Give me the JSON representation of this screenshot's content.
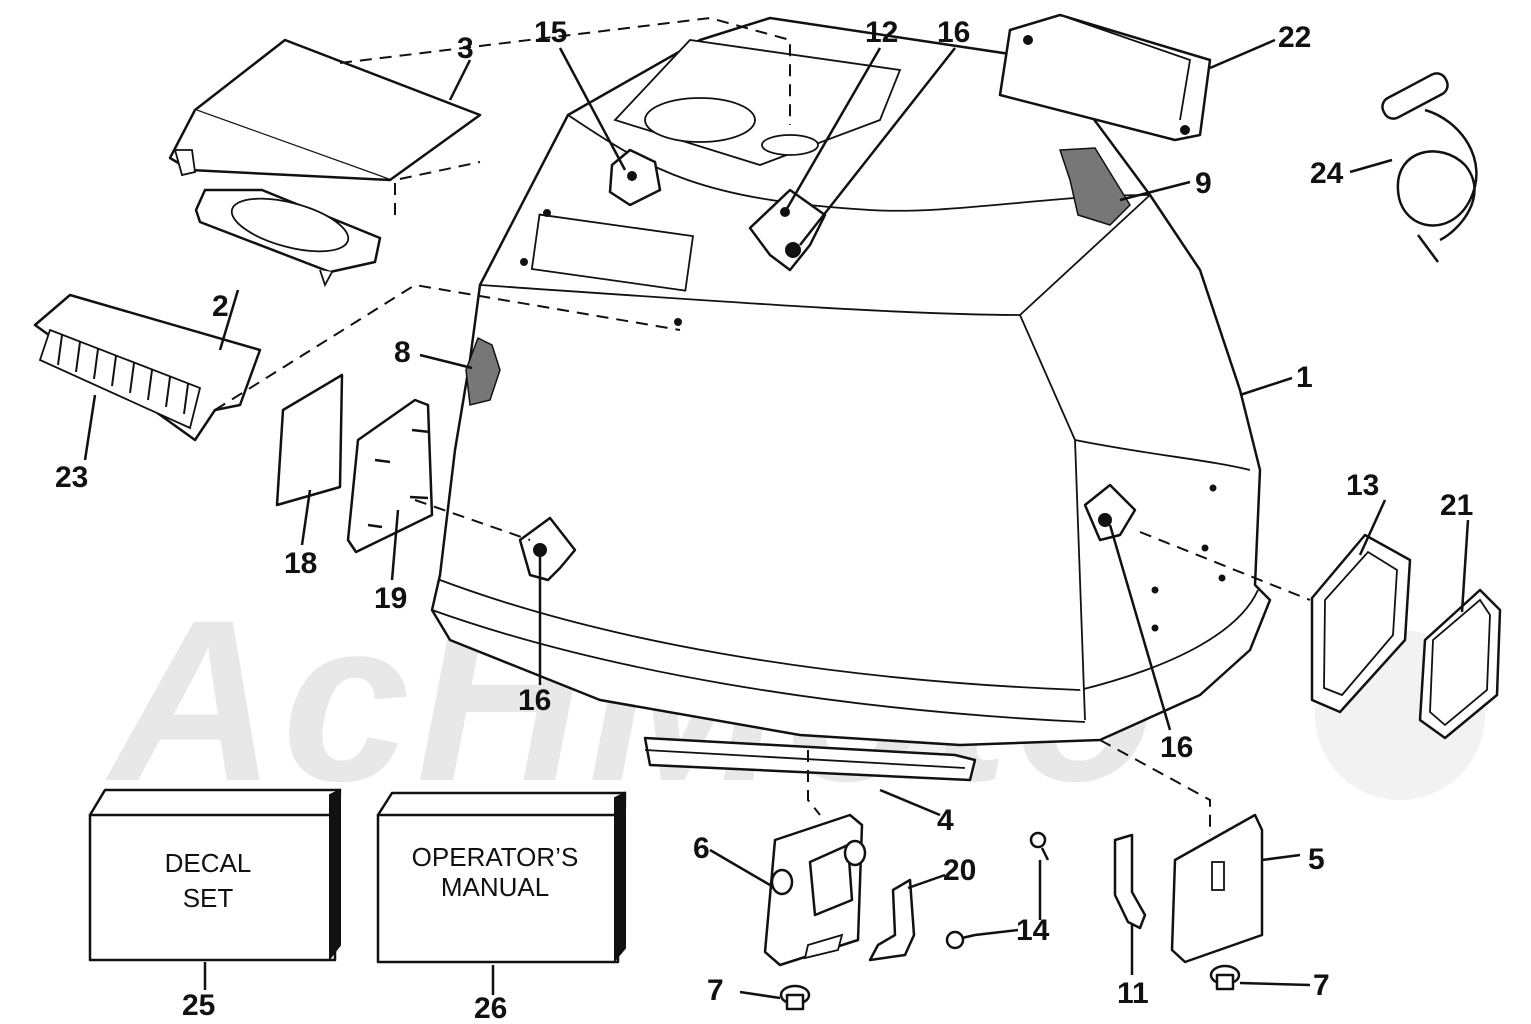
{
  "diagram": {
    "callouts": [
      "1",
      "2",
      "3",
      "4",
      "5",
      "6",
      "7",
      "7",
      "8",
      "9",
      "11",
      "12",
      "13",
      "14",
      "15",
      "16",
      "16",
      "16",
      "18",
      "19",
      "20",
      "21",
      "22",
      "23",
      "24",
      "25",
      "26"
    ],
    "box_labels": {
      "decal_set": [
        "DECAL",
        "SET"
      ],
      "operators_manual": [
        "OPERATOR’S",
        "MANUAL"
      ]
    },
    "watermark": "AcHMoto"
  }
}
